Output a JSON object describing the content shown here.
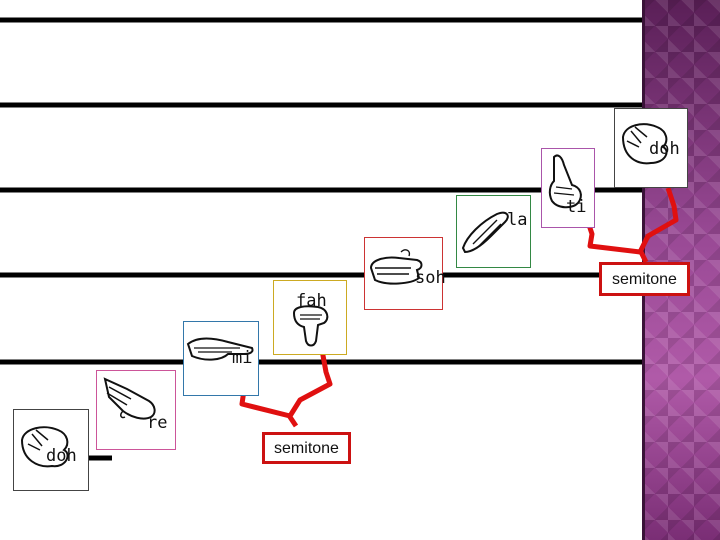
{
  "diagram": {
    "notes": [
      {
        "label": "doh",
        "icon": "fist-hand-icon",
        "border": "#444444"
      },
      {
        "label": "re",
        "icon": "sloping-hand-icon",
        "border": "#cc5599"
      },
      {
        "label": "mi",
        "icon": "flat-hand-icon",
        "border": "#3377aa"
      },
      {
        "label": "fah",
        "icon": "thumb-down-hand-icon",
        "border": "#ccaa22"
      },
      {
        "label": "soh",
        "icon": "open-hand-icon",
        "border": "#cc3333"
      },
      {
        "label": "la",
        "icon": "relaxed-hand-icon",
        "border": "#338844"
      },
      {
        "label": "ti",
        "icon": "pointing-hand-icon",
        "border": "#aa55aa"
      },
      {
        "label": "doh",
        "icon": "fist-hand-icon",
        "border": "#444444"
      }
    ],
    "semitones": [
      {
        "label": "semitone",
        "between": [
          "mi",
          "fah"
        ]
      },
      {
        "label": "semitone",
        "between": [
          "ti",
          "doh"
        ]
      }
    ],
    "colors": {
      "bracket": "#e01010",
      "staff_line": "#000000",
      "sidebar": "#8e3d8a"
    }
  }
}
